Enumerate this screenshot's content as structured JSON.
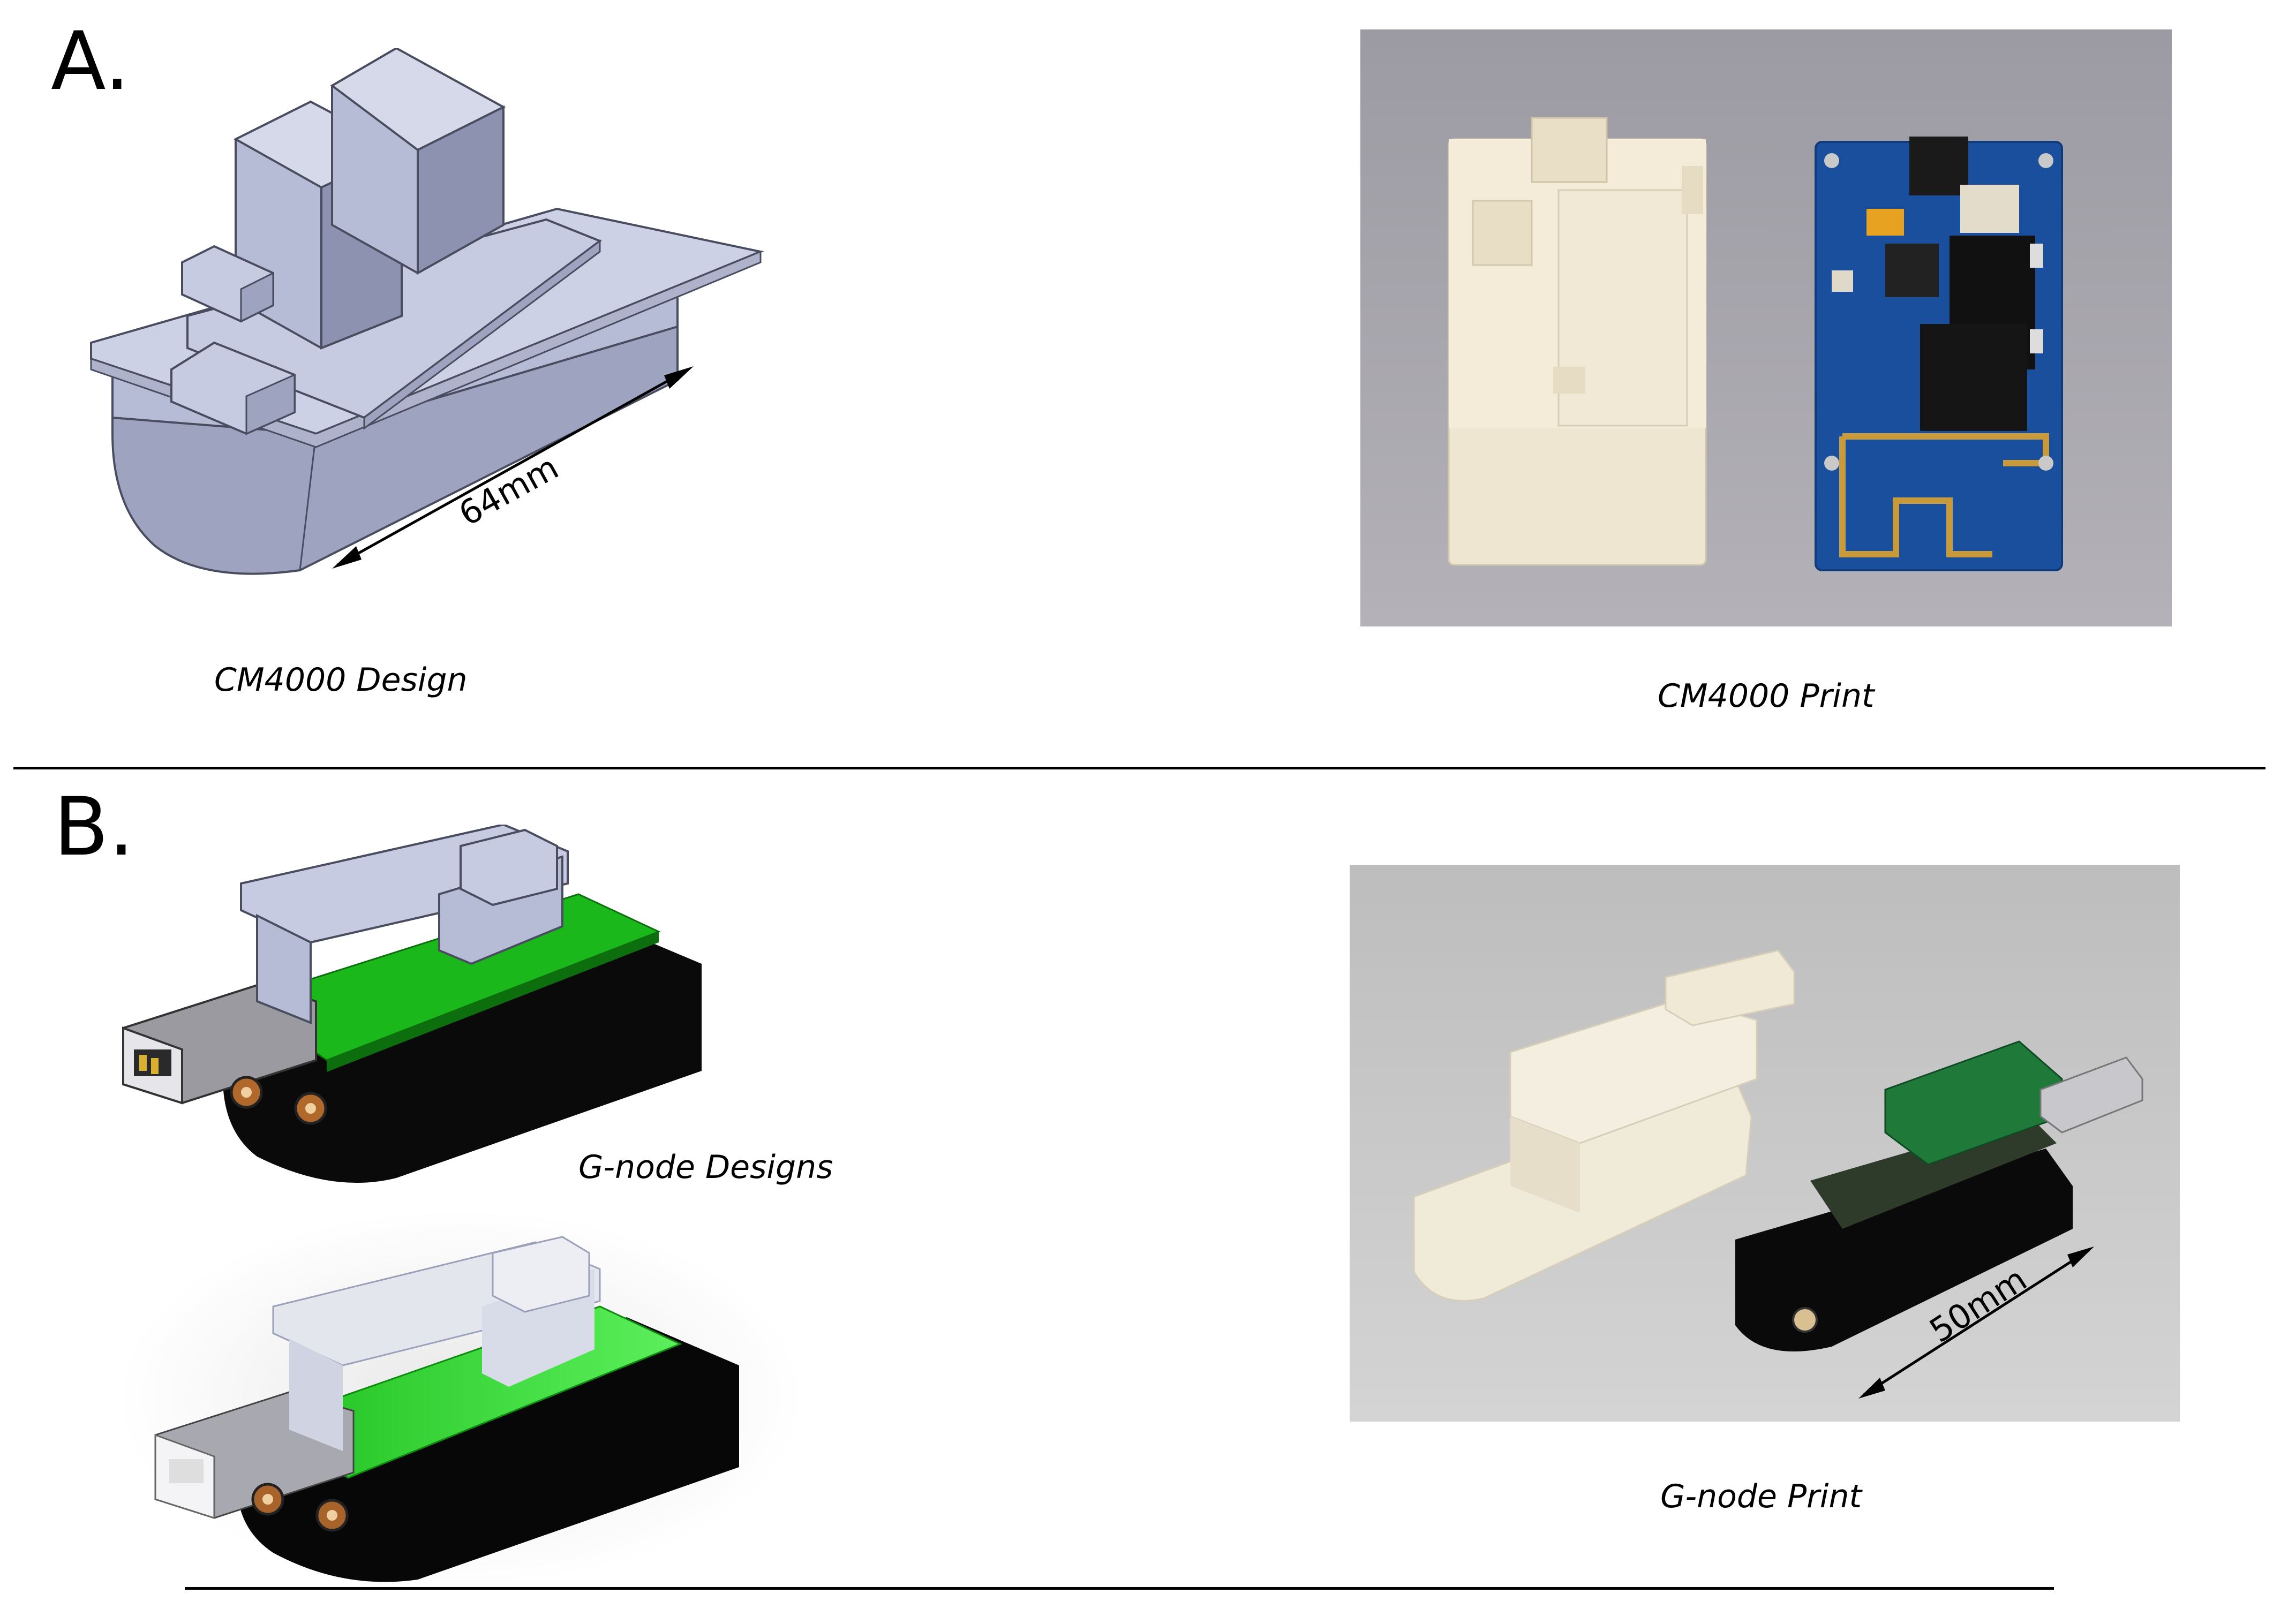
{
  "panels": {
    "a": {
      "letter": "A.",
      "design_caption": "CM4000 Design",
      "print_caption": "CM4000 Print",
      "dimension": "64mm",
      "colors": {
        "housing": "#c6cbe2",
        "housing_side": "#9ea3c0",
        "photo_bg": "#a8a6ac",
        "pcb": "#1a4f9e",
        "print": "#efe6d2"
      }
    },
    "b": {
      "letter": "B.",
      "design_caption": "G-node Designs",
      "print_caption": "G-node Print",
      "dimension": "50mm",
      "colors": {
        "pcb": "#1bb81b",
        "battery": "#0a0a0a",
        "housing": "#c6cbe2",
        "photo_bg": "#c9c9c9",
        "print": "#f0ead8"
      }
    }
  }
}
